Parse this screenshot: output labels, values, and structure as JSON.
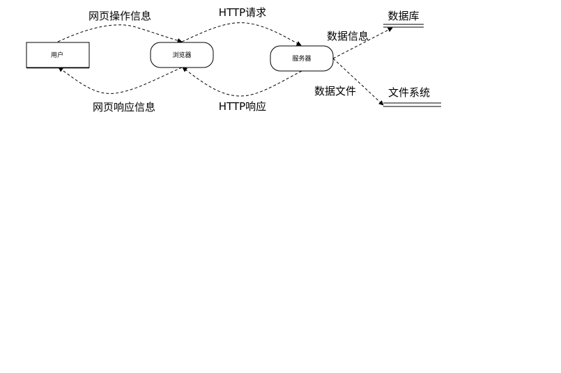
{
  "nodes": {
    "user": "用户",
    "browser": "浏览器",
    "server": "服务器",
    "database": "数据库",
    "filesystem": "文件系统"
  },
  "edges": {
    "user_to_browser": "网页操作信息",
    "browser_to_server": "HTTP请求",
    "server_to_database": "数据信息",
    "server_to_filesystem": "数据文件",
    "browser_to_user": "网页响应信息",
    "server_to_browser": "HTTP响应"
  },
  "colors": {
    "stroke": "#000000",
    "text": "#111111",
    "background": "#ffffff"
  }
}
